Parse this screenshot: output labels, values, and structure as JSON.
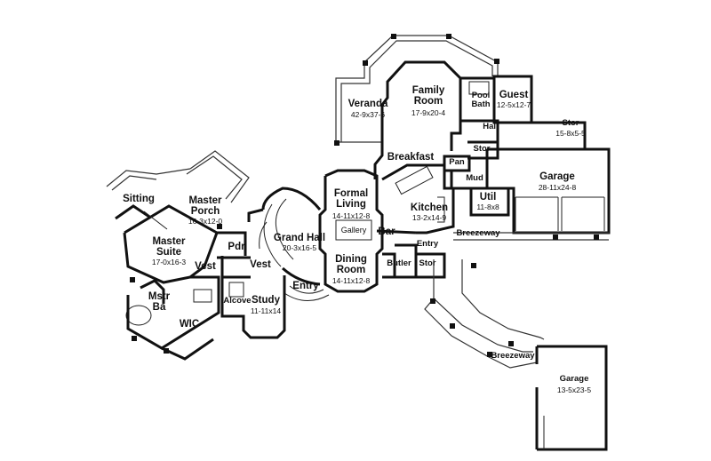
{
  "rooms": {
    "veranda": {
      "name": "Veranda",
      "size": "42-9x37-6"
    },
    "family_room": {
      "name": "Family Room",
      "line1": "Family",
      "line2": "Room",
      "size": "17-9x20-4"
    },
    "pool_bath": {
      "line1": "Pool",
      "line2": "Bath"
    },
    "guest": {
      "name": "Guest",
      "size": "12-5x12-7"
    },
    "hall": {
      "name": "Hall"
    },
    "stor_a": {
      "name": "Stor",
      "size": "15-8x5-5"
    },
    "stor_b": {
      "name": "Stor"
    },
    "breakfast": {
      "name": "Breakfast"
    },
    "pan": {
      "name": "Pan"
    },
    "mud": {
      "name": "Mud"
    },
    "garage_main": {
      "name": "Garage",
      "size": "28-11x24-8"
    },
    "util": {
      "name": "Util",
      "size": "11-8x8"
    },
    "kitchen": {
      "name": "Kitchen",
      "size": "13-2x14-9"
    },
    "formal_living": {
      "line1": "Formal",
      "line2": "Living",
      "size": "14-11x12-8"
    },
    "gallery": {
      "name": "Gallery"
    },
    "bar": {
      "name": "Bar"
    },
    "entry_kitchen": {
      "name": "Entry"
    },
    "breezeway_top": {
      "name": "Breezeway"
    },
    "sitting": {
      "name": "Sitting"
    },
    "master_porch": {
      "line1": "Master",
      "line2": "Porch",
      "size": "16-3x12-0"
    },
    "master_suite": {
      "line1": "Master",
      "line2": "Suite",
      "size": "17-0x16-3"
    },
    "pdr": {
      "name": "Pdr"
    },
    "grand_hall": {
      "name": "Grand Hall",
      "size": "20-3x16-5"
    },
    "vest_left": {
      "name": "Vest"
    },
    "vest_right": {
      "name": "Vest"
    },
    "dining_room": {
      "line1": "Dining",
      "line2": "Room",
      "size": "14-11x12-8"
    },
    "butler": {
      "name": "Butler"
    },
    "stor_c": {
      "name": "Stor"
    },
    "entry_main": {
      "name": "Entry"
    },
    "alcove": {
      "name": "Alcove"
    },
    "study": {
      "name": "Study",
      "size": "11-11x14"
    },
    "mstr_ba": {
      "line1": "Mstr",
      "line2": "Ba"
    },
    "wic": {
      "name": "WIC"
    },
    "breezeway_bottom": {
      "name": "Breezeway"
    },
    "garage_small": {
      "name": "Garage",
      "size": "13-5x23-5"
    }
  }
}
